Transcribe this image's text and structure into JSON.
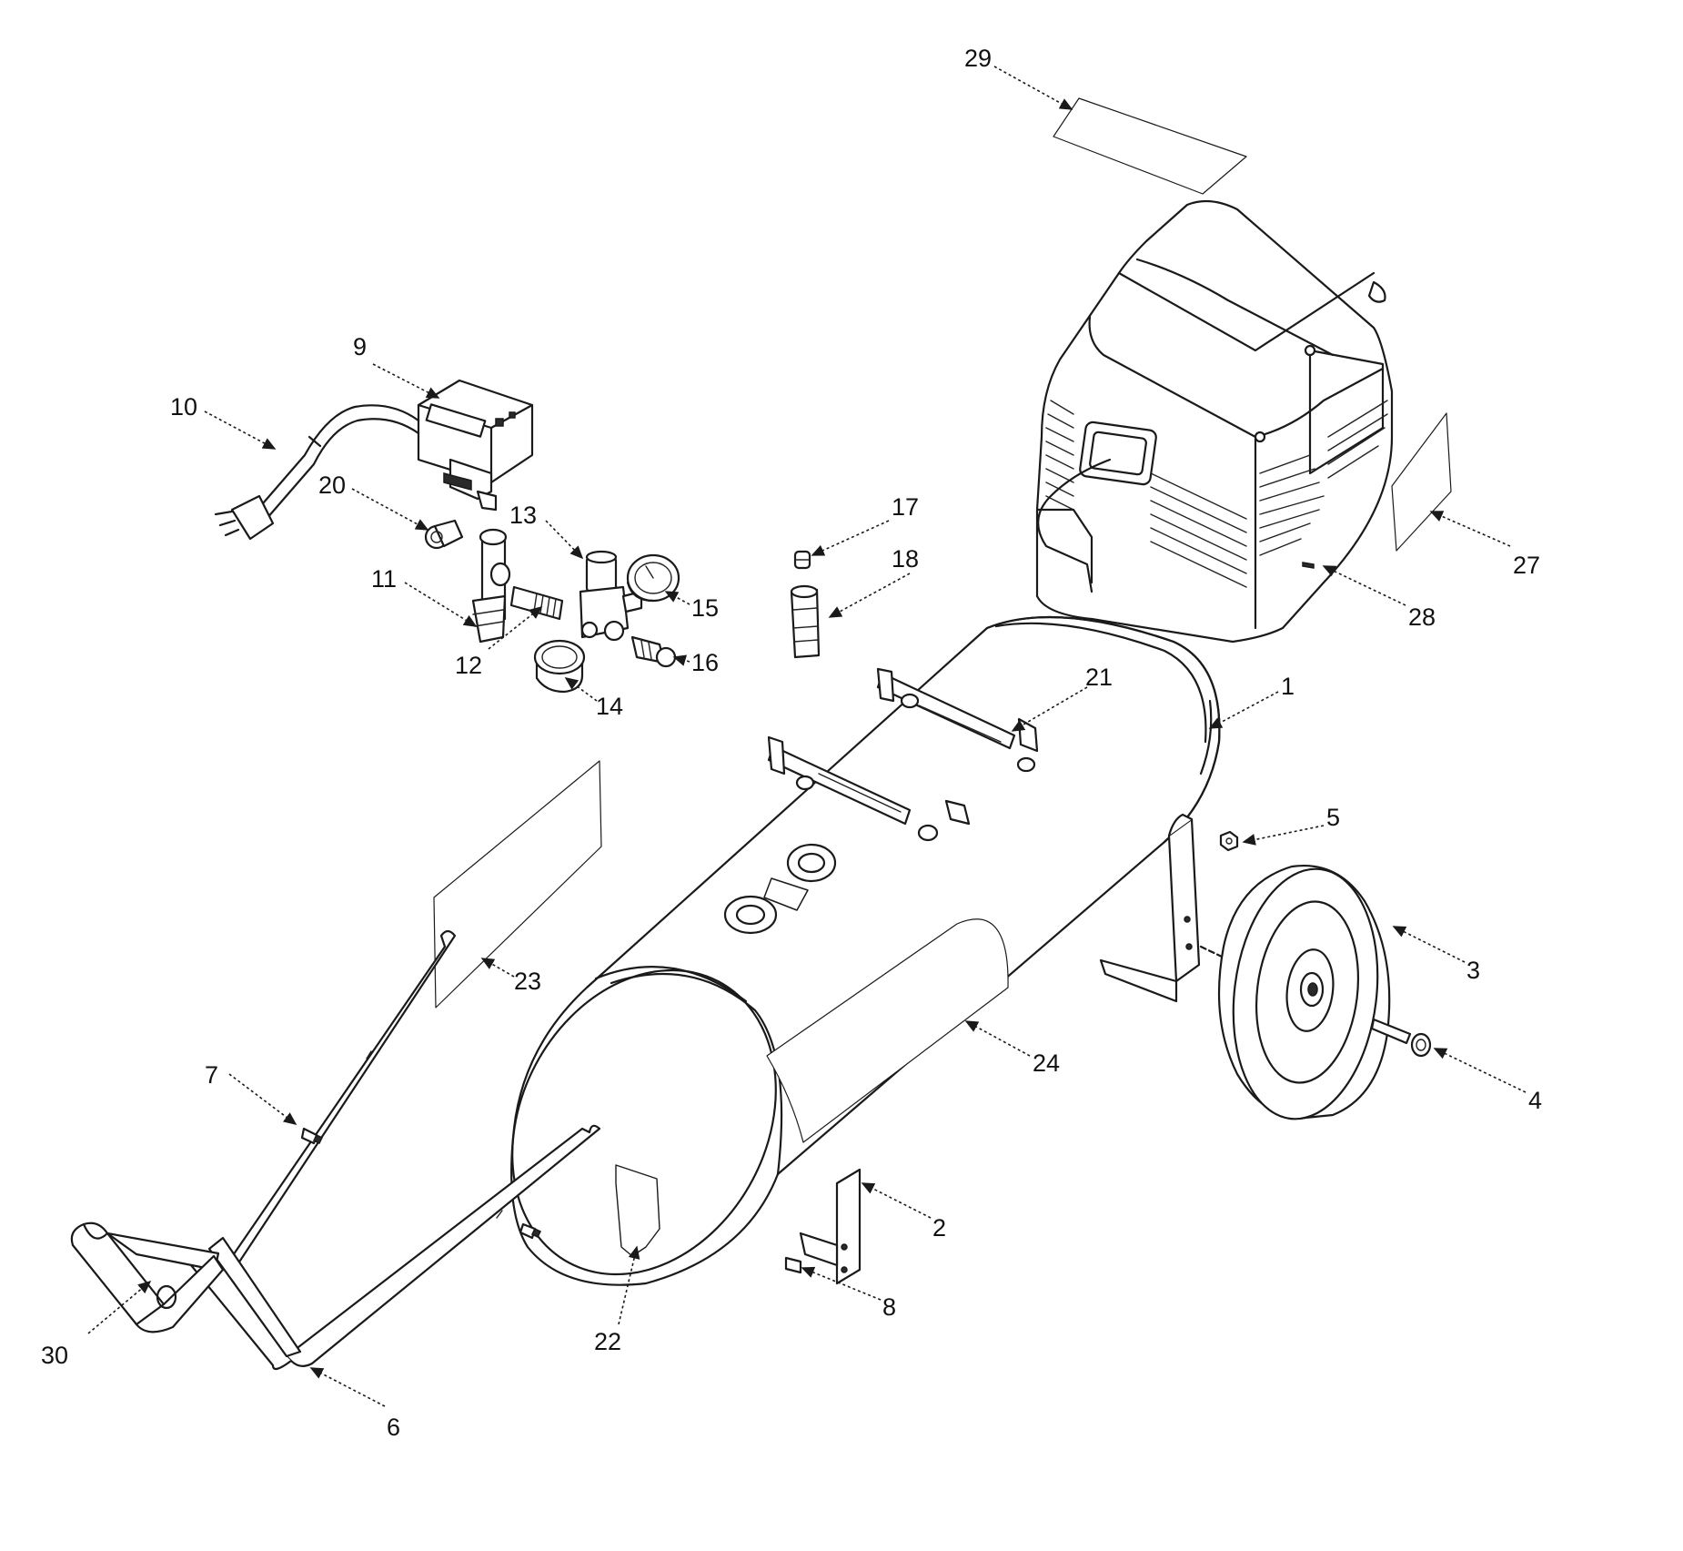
{
  "part_labels": {
    "p1": "1",
    "p2": "2",
    "p3": "3",
    "p4": "4",
    "p5": "5",
    "p6": "6",
    "p7": "7",
    "p8": "8",
    "p9": "9",
    "p10": "10",
    "p11": "11",
    "p12": "12",
    "p13": "13",
    "p14": "14",
    "p15": "15",
    "p16": "16",
    "p17": "17",
    "p18": "18",
    "p20": "20",
    "p21": "21",
    "p22": "22",
    "p23": "23",
    "p24": "24",
    "p27": "27",
    "p28": "28",
    "p29": "29",
    "p30": "30"
  }
}
